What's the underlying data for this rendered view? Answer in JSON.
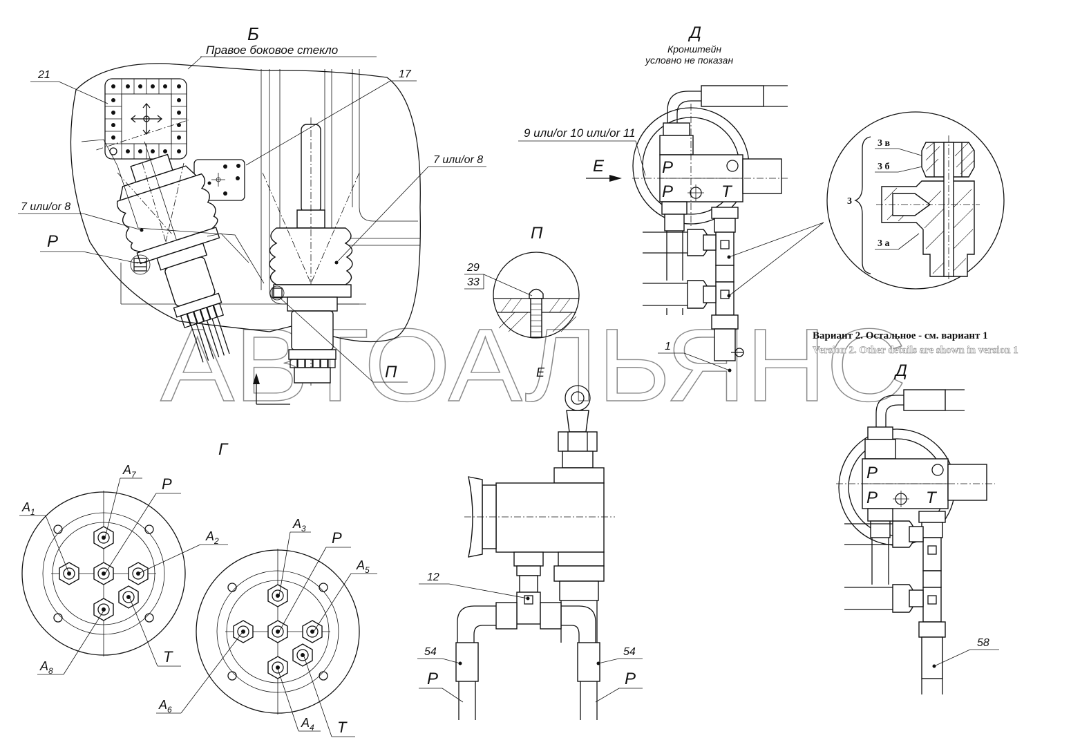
{
  "views": {
    "b": {
      "letter": "Б",
      "title": "Правое боковое стекло"
    },
    "d_top": {
      "letter": "Д",
      "note_line1": "Кронштейн",
      "note_line2": "условно не показан"
    },
    "d_bottom": {
      "letter": "Д"
    },
    "p": {
      "letter": "П"
    },
    "g": {
      "letter": "Г"
    },
    "e_arrow": {
      "letter": "Е"
    },
    "e_small": {
      "letter": "Е"
    }
  },
  "callouts": {
    "c21": "21",
    "c17": "17",
    "c7or8_left": "7 или/or 8",
    "c7or8_right": "7 или/or 8",
    "cP_left": "Р",
    "c9_10_11": "9 или/or 10 или/or 11",
    "c29": "29",
    "c33": "33",
    "c1": "1",
    "cP_section": "П",
    "c12": "12",
    "c54_left": "54",
    "c54_right": "54",
    "cP_bottom_left": "Р",
    "cP_bottom_right": "Р",
    "c58": "58"
  },
  "port_labels": {
    "P_top": "Р",
    "P_mid": "Р",
    "T_mid": "Т",
    "P_top2": "Р",
    "P_mid2": "Р",
    "T_mid2": "Т"
  },
  "detail_3": {
    "total": "3",
    "v": "3 в",
    "b": "3 б",
    "a": "3 а"
  },
  "connector_left": {
    "a7": "A7",
    "p": "P",
    "a1": "A1",
    "a2": "A2",
    "a8": "A8",
    "t": "T"
  },
  "connector_right": {
    "a3": "A3",
    "p": "P",
    "a5": "A5",
    "a6": "A6",
    "a4": "A4",
    "t": "T"
  },
  "caption": {
    "ru": "Вариант 2. Остальное - см. вариант 1",
    "en": "Version 2. Other details are shown in version 1"
  },
  "watermark": "АВТОАЛЬЯНС"
}
